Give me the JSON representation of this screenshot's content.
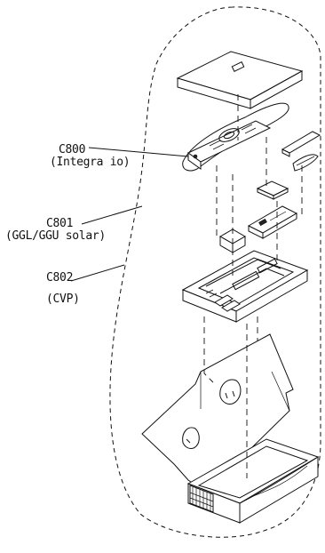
{
  "diagram": {
    "callouts": [
      {
        "id": "c800",
        "code": "C800",
        "description": "(Integra io)"
      },
      {
        "id": "c801",
        "code": "C801",
        "description": "(GGL/GGU solar)"
      },
      {
        "id": "c802",
        "code": "C802",
        "description": "(CVP)"
      }
    ],
    "colors": {
      "line": "#111111",
      "background": "#ffffff"
    }
  }
}
